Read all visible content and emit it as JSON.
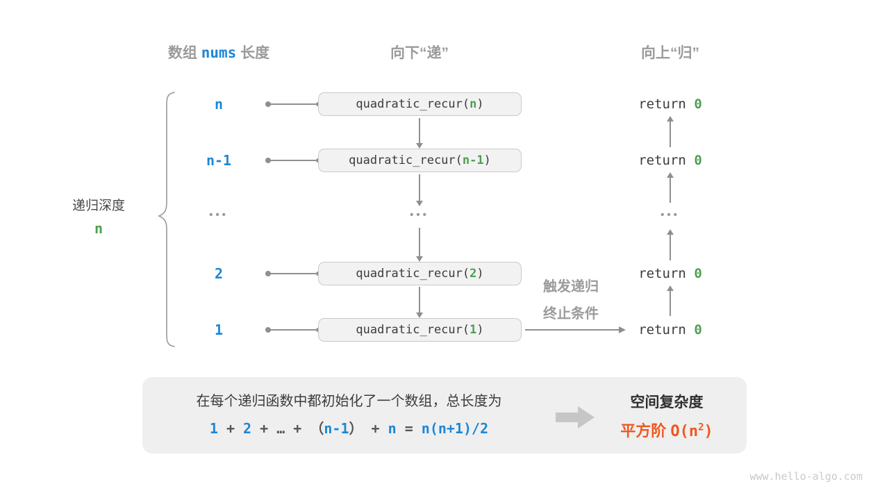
{
  "headers": {
    "left_pre": "数组 ",
    "left_code": "nums",
    "left_post": " 长度",
    "middle": "向下“递”",
    "right": "向上“归”"
  },
  "depth_brace": {
    "title": "递归深度",
    "value": "n"
  },
  "rows": [
    {
      "depth": "n",
      "call_pre": "quadratic_recur(",
      "call_arg": "n",
      "call_post": ")",
      "ret_pre": "return ",
      "ret_val": "0"
    },
    {
      "depth": "n-1",
      "call_pre": "quadratic_recur(",
      "call_arg": "n-1",
      "call_post": ")",
      "ret_pre": "return ",
      "ret_val": "0"
    },
    {
      "depth": "2",
      "call_pre": "quadratic_recur(",
      "call_arg": "2",
      "call_post": ")",
      "ret_pre": "return ",
      "ret_val": "0"
    },
    {
      "depth": "1",
      "call_pre": "quadratic_recur(",
      "call_arg": "1",
      "call_post": ")",
      "ret_pre": "return ",
      "ret_val": "0"
    }
  ],
  "ellipsis": "•••",
  "trigger": {
    "line1": "触发递归",
    "line2": "终止条件"
  },
  "panel": {
    "line1": "在每个递归函数中都初始化了一个数组，总长度为",
    "formula": {
      "p0": "1",
      "p1": " + ",
      "p2": "2",
      "p3": " + ",
      "p4": "…",
      "p5": " + ",
      "p6": "（",
      "p7": "n-1",
      "p8": "）",
      "p9": " + ",
      "p10": "n",
      "p11": " = ",
      "p12": "n(n+1)/2"
    },
    "complexity_title": "空间复杂度",
    "complexity_zh": "平方阶 ",
    "complexity_code_pre": "O(n",
    "complexity_sup": "2",
    "complexity_code_post": ")"
  },
  "watermark": "www.hello-algo.com",
  "colors": {
    "blue": "#1c87d5",
    "green": "#4d9e52",
    "orange": "#f0571f",
    "gray_label": "#9b9b9b",
    "dark_text": "#3b3b3b",
    "line_gray": "#8f8f8f",
    "box_bg": "#f2f2f2",
    "panel_bg": "#efefef"
  }
}
